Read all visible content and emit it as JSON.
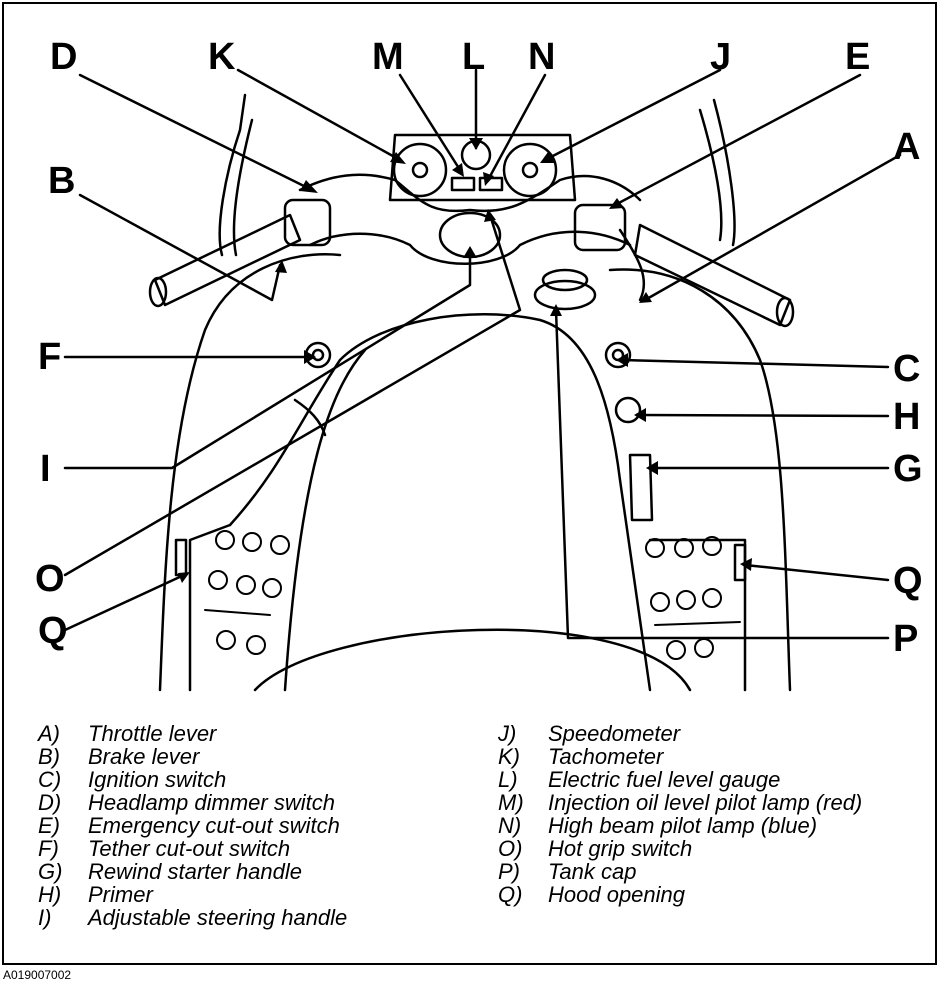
{
  "callouts": {
    "D": "D",
    "K": "K",
    "M": "M",
    "L": "L",
    "N": "N",
    "J": "J",
    "E": "E",
    "A": "A",
    "B": "B",
    "F": "F",
    "C": "C",
    "H": "H",
    "I": "I",
    "G": "G",
    "O": "O",
    "Q_left": "Q",
    "Q_right": "Q",
    "P": "P"
  },
  "legend": {
    "left": [
      {
        "key": "A)",
        "text": "Throttle lever"
      },
      {
        "key": "B)",
        "text": "Brake lever"
      },
      {
        "key": "C)",
        "text": "Ignition switch"
      },
      {
        "key": "D)",
        "text": "Headlamp dimmer switch"
      },
      {
        "key": "E)",
        "text": "Emergency cut-out switch"
      },
      {
        "key": "F)",
        "text": "Tether cut-out switch"
      },
      {
        "key": "G)",
        "text": "Rewind starter handle"
      },
      {
        "key": "H)",
        "text": "Primer"
      },
      {
        "key": "I)",
        "text": "Adjustable steering handle"
      }
    ],
    "right": [
      {
        "key": "J)",
        "text": "Speedometer"
      },
      {
        "key": "K)",
        "text": "Tachometer"
      },
      {
        "key": "L)",
        "text": "Electric fuel level gauge"
      },
      {
        "key": "M)",
        "text": "Injection oil level pilot lamp (red)"
      },
      {
        "key": "N)",
        "text": "High beam pilot lamp (blue)"
      },
      {
        "key": "O)",
        "text": "Hot grip switch"
      },
      {
        "key": "P)",
        "text": "Tank cap"
      },
      {
        "key": "Q)",
        "text": "Hood opening"
      }
    ]
  },
  "figure_code": "A019007002"
}
